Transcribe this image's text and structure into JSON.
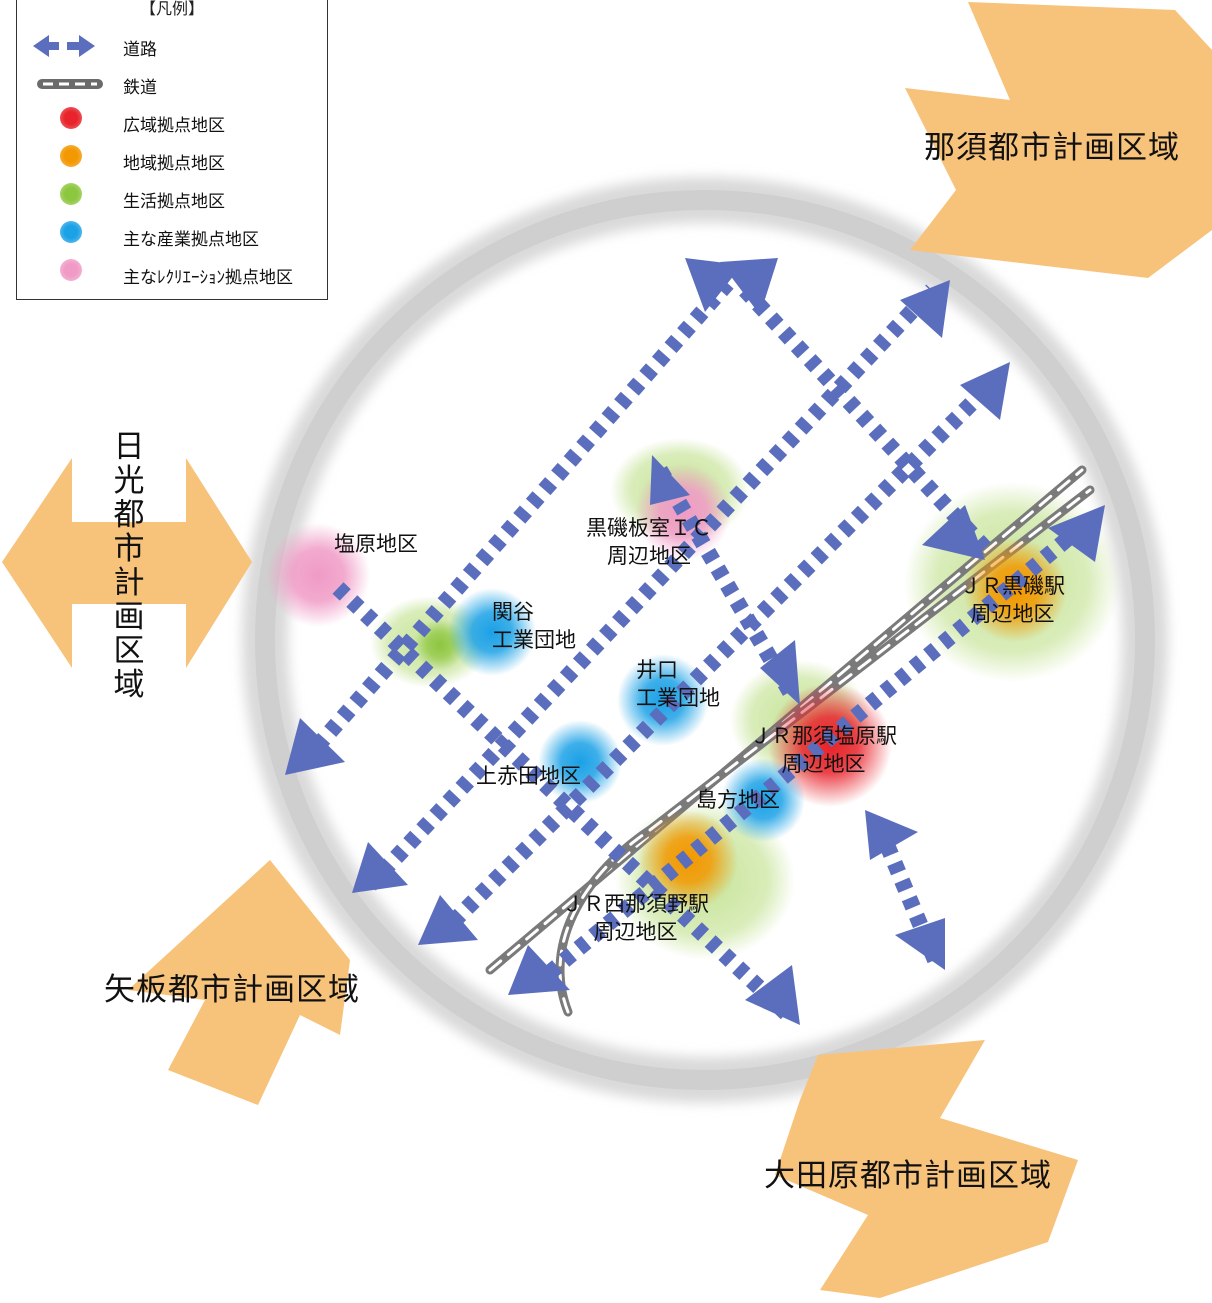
{
  "legend": {
    "title": "【凡例】",
    "items": [
      {
        "label": "道路",
        "symbol": "road-arrow-icon"
      },
      {
        "label": "鉄道",
        "symbol": "railway-icon"
      },
      {
        "label": "広域拠点地区",
        "color": "#e8232b"
      },
      {
        "label": "地域拠点地区",
        "color": "#f39800"
      },
      {
        "label": "生活拠点地区",
        "color": "#8dc63f"
      },
      {
        "label": "主な産業拠点地区",
        "color": "#1ba1e6"
      },
      {
        "label": "主なﾚｸﾘｴｰｼｮﾝ拠点地区",
        "color": "#f09bc6"
      }
    ]
  },
  "regions": {
    "nasu": "那須都市計画区域",
    "nikko": "日光都市計画区域",
    "yaita": "矢板都市計画区域",
    "otawara": "大田原都市計画区域"
  },
  "districts": {
    "shiobara": "塩原地区",
    "sekiya_1": "関谷",
    "sekiya_2": "工業団地",
    "kuroiso_ic_1": "黒磯板室ＩＣ",
    "kuroiso_ic_2": "周辺地区",
    "iguchi_1": "井口",
    "iguchi_2": "工業団地",
    "jr_kuroiso_1": "ＪＲ黒磯駅",
    "jr_kuroiso_2": "周辺地区",
    "jr_nasushiobara_1": "ＪＲ那須塩原駅",
    "jr_nasushiobara_2": "周辺地区",
    "kamiakada": "上赤田地区",
    "shimakata": "島方地区",
    "jr_nishinasuno_1": "ＪＲ西那須野駅",
    "jr_nishinasuno_2": "周辺地区"
  },
  "colors": {
    "road": "#5b6ebd",
    "region_arrow": "#f7c27a",
    "ring": "#d6d6d6",
    "wide_area": "#e8232b",
    "regional": "#f39800",
    "living": "#8dc63f",
    "industrial": "#1ba1e6",
    "recreation": "#f09bc6"
  }
}
